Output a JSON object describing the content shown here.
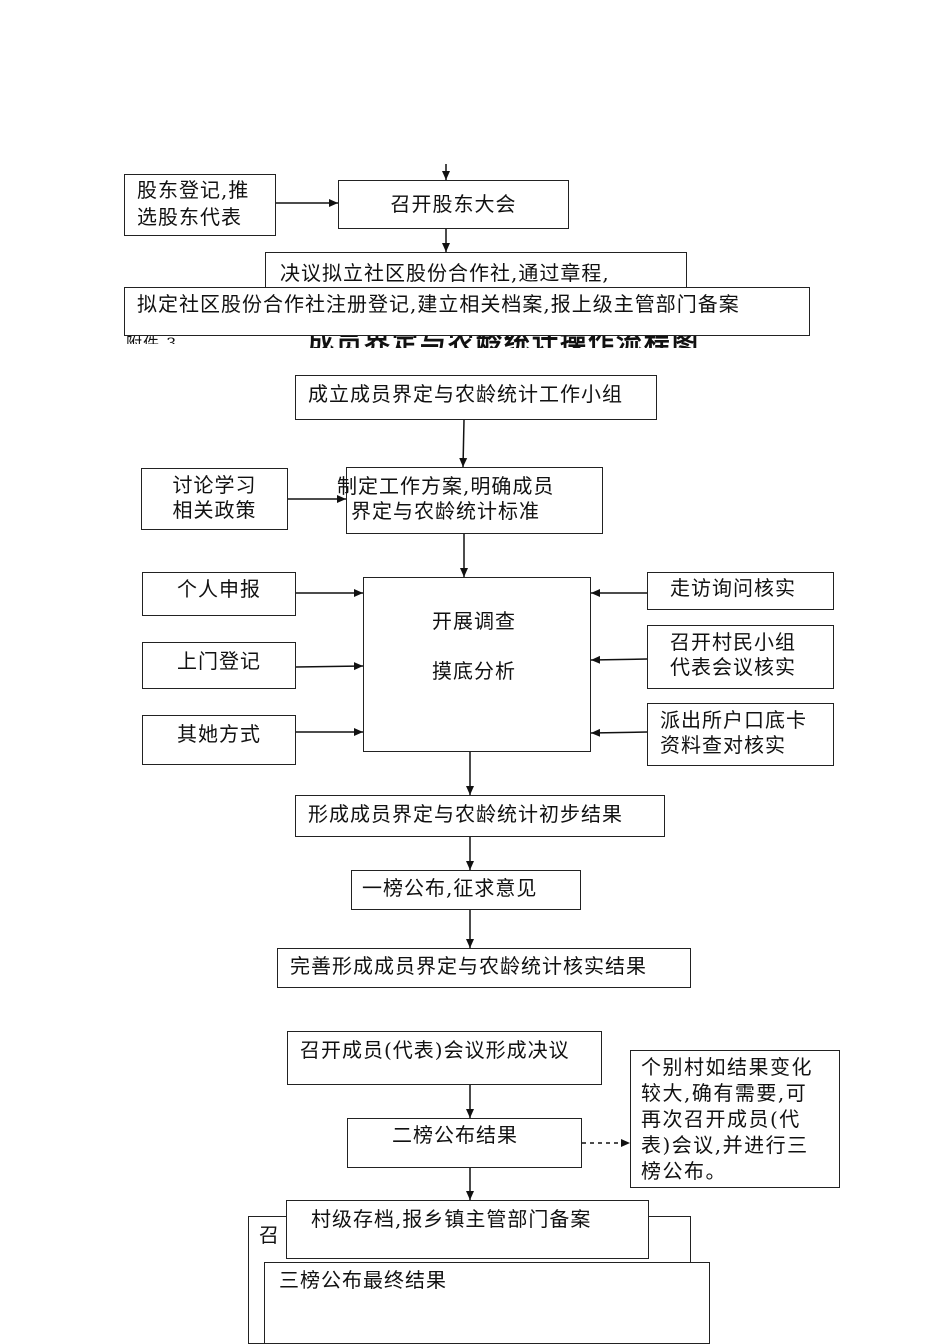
{
  "top_section": {
    "shareholder_register": [
      "股东登记,推",
      "选股东代表"
    ],
    "shareholder_meeting": "召开股东大会",
    "resolution": "决议拟立社区股份合作社,通过章程,",
    "registration": "拟定社区股份合作社注册登记,建立相关档案,报上级主管部门备案"
  },
  "figure_label": "附件 3",
  "title": "成员界定与农龄统计操作流程图",
  "main_flow": {
    "setup_group": "成立成员界定与农龄统计工作小组",
    "study_policy": [
      "讨论学习",
      "相关政策"
    ],
    "work_plan": [
      "制定工作方案,明确成员",
      "界定与农龄统计标准"
    ],
    "investigation": [
      "开展调查",
      "摸底分析"
    ],
    "left_inputs": [
      "个人申报",
      "上门登记",
      "其她方式"
    ],
    "right_inputs": {
      "visit": "走访询问核实",
      "villager_meeting": [
        "召开村民小组",
        "代表会议核实"
      ],
      "police_records": [
        "派出所户口底卡",
        "资料查对核实"
      ]
    },
    "preliminary_result": "形成成员界定与农龄统计初步结果",
    "first_publish": "一榜公布,征求意见",
    "verified_result": "完善形成成员界定与农龄统计核实结果",
    "member_meeting": "召开成员(代表)会议形成决议",
    "second_publish": "二榜公布结果",
    "side_note": [
      "个别村如结果变化",
      "较大,确有需要,可",
      "再次召开成员(代",
      "表)会议,并进行三",
      "榜公布。"
    ],
    "archive": "村级存档,报乡镇主管部门备案",
    "behind_fragment": "召",
    "third_publish": "三榜公布最终结果"
  }
}
